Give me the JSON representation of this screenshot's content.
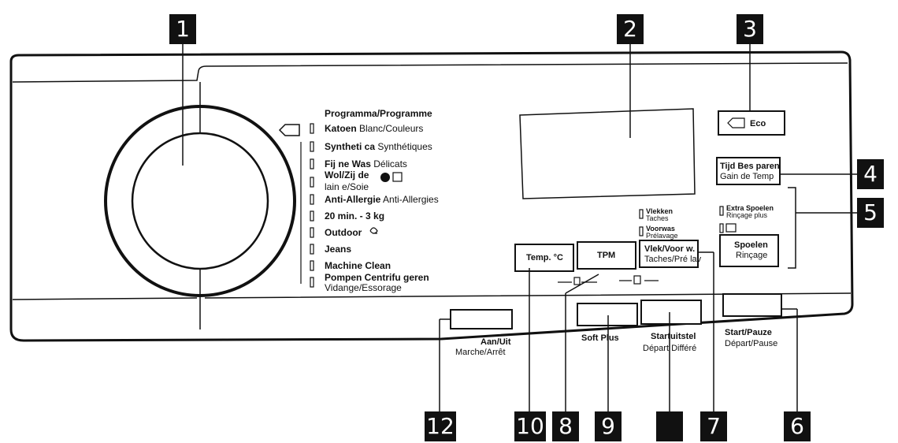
{
  "callouts": [
    "1",
    "2",
    "3",
    "4",
    "5",
    "6",
    "7",
    "8",
    "9",
    "",
    "10",
    "12"
  ],
  "programmes": {
    "header": "Programma/Programme",
    "items": [
      {
        "nl": "Katoen",
        "fr": "Blanc/Couleurs"
      },
      {
        "nl": "Syntheti ca",
        "fr": "Synthétiques"
      },
      {
        "nl": "Fij ne Was",
        "fr": "Délicats"
      },
      {
        "nl": "Wol/Zij de",
        "fr": "lain e/Soie"
      },
      {
        "nl": "Anti-Allergie",
        "fr": "Anti-Allergies"
      },
      {
        "nl": "20 min. - 3 kg",
        "fr": ""
      },
      {
        "nl": "Outdoor",
        "fr": ""
      },
      {
        "nl": "Jeans",
        "fr": ""
      },
      {
        "nl": "Machine Clean",
        "fr": ""
      },
      {
        "nl": "Pompen Centrifu geren",
        "fr": "Vidange/Essorage"
      }
    ]
  },
  "buttons": {
    "eco": "Eco",
    "tijd_nl": "Tijd Bes paren",
    "tijd_fr": "Gain de Temp",
    "spoelen_nl": "Spoelen",
    "spoelen_fr": "Rinçage",
    "extra_nl": "Extra Spoelen",
    "extra_fr": "Rinçage plus",
    "temp": "Temp. °C",
    "tpm": "TPM",
    "vlek_nl": "Vlek/Voor w.",
    "vlek_fr": "Taches/Pré lav",
    "vlekken_nl": "Vlekken",
    "vlekken_fr": "Taches",
    "voorwas_nl": "Voorwas",
    "voorwas_fr": "Prélavage",
    "aanuit_nl": "Aan/Uit",
    "aanuit_fr": "Marche/Arrêt",
    "soft_nl": "Soft Plus",
    "start_delay_nl": "Startuitstel",
    "start_delay_fr": "Départ Différé",
    "start_nl": "Start/Pauze",
    "start_fr": "Départ/Pause"
  }
}
